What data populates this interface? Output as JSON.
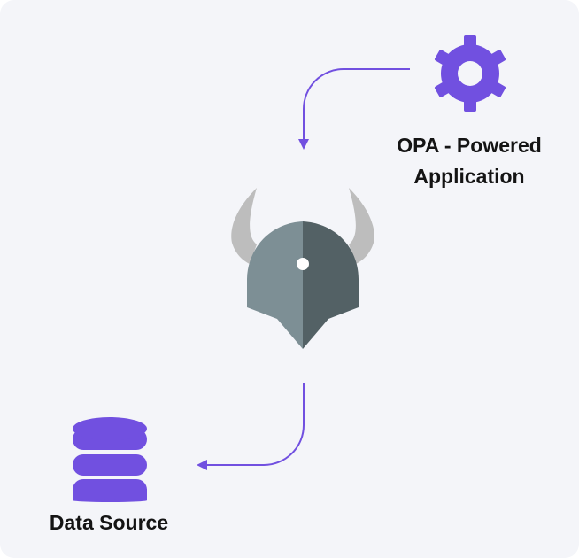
{
  "app_node": {
    "label_line1": "OPA - Powered",
    "label_line2": "Application",
    "icon": "gear-icon",
    "color": "#7150e0"
  },
  "opa_node": {
    "icon": "opa-viking-helmet-logo",
    "left_color": "#7d8f95",
    "right_color": "#536165",
    "horn_color": "#bdbdbd"
  },
  "data_node": {
    "label": "Data Source",
    "icon": "database-icon",
    "color": "#7150e0"
  },
  "arrows": [
    {
      "from": "app_node",
      "to": "opa_node"
    },
    {
      "from": "opa_node",
      "to": "data_node"
    }
  ]
}
